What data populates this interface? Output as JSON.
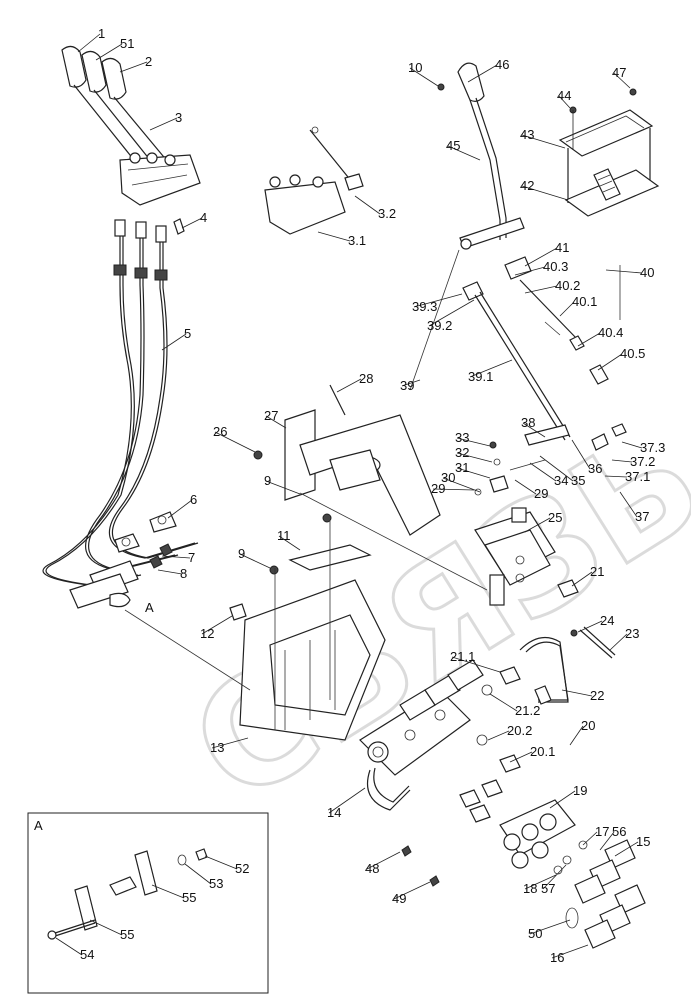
{
  "watermark": "СВЯЗЬ",
  "inset": {
    "title": "A"
  },
  "view_marker": "A",
  "labels": [
    {
      "id": "1",
      "text": "1"
    },
    {
      "id": "51",
      "text": "51"
    },
    {
      "id": "2",
      "text": "2"
    },
    {
      "id": "3",
      "text": "3"
    },
    {
      "id": "4",
      "text": "4"
    },
    {
      "id": "5",
      "text": "5"
    },
    {
      "id": "6",
      "text": "6"
    },
    {
      "id": "7",
      "text": "7"
    },
    {
      "id": "8",
      "text": "8"
    },
    {
      "id": "3.2",
      "text": "3.2"
    },
    {
      "id": "3.1",
      "text": "3.1"
    },
    {
      "id": "10",
      "text": "10"
    },
    {
      "id": "46",
      "text": "46"
    },
    {
      "id": "45",
      "text": "45"
    },
    {
      "id": "47",
      "text": "47"
    },
    {
      "id": "44",
      "text": "44"
    },
    {
      "id": "43",
      "text": "43"
    },
    {
      "id": "42",
      "text": "42"
    },
    {
      "id": "41",
      "text": "41"
    },
    {
      "id": "40.3",
      "text": "40.3"
    },
    {
      "id": "40.2",
      "text": "40.2"
    },
    {
      "id": "40",
      "text": "40"
    },
    {
      "id": "40.1",
      "text": "40.1"
    },
    {
      "id": "40.4",
      "text": "40.4"
    },
    {
      "id": "40.5",
      "text": "40.5"
    },
    {
      "id": "39.3",
      "text": "39.3"
    },
    {
      "id": "39.2",
      "text": "39.2"
    },
    {
      "id": "39",
      "text": "39"
    },
    {
      "id": "39.1",
      "text": "39.1"
    },
    {
      "id": "28",
      "text": "28"
    },
    {
      "id": "27",
      "text": "27"
    },
    {
      "id": "26",
      "text": "26"
    },
    {
      "id": "38",
      "text": "38"
    },
    {
      "id": "33",
      "text": "33"
    },
    {
      "id": "32",
      "text": "32"
    },
    {
      "id": "31",
      "text": "31"
    },
    {
      "id": "30",
      "text": "30"
    },
    {
      "id": "29a",
      "text": "29"
    },
    {
      "id": "29b",
      "text": "29"
    },
    {
      "id": "34",
      "text": "34"
    },
    {
      "id": "35",
      "text": "35"
    },
    {
      "id": "36",
      "text": "36"
    },
    {
      "id": "37.3",
      "text": "37.3"
    },
    {
      "id": "37.2",
      "text": "37.2"
    },
    {
      "id": "37.1",
      "text": "37.1"
    },
    {
      "id": "37",
      "text": "37"
    },
    {
      "id": "9a",
      "text": "9"
    },
    {
      "id": "9b",
      "text": "9"
    },
    {
      "id": "11",
      "text": "11"
    },
    {
      "id": "25",
      "text": "25"
    },
    {
      "id": "21",
      "text": "21"
    },
    {
      "id": "12",
      "text": "12"
    },
    {
      "id": "24",
      "text": "24"
    },
    {
      "id": "23",
      "text": "23"
    },
    {
      "id": "21.1",
      "text": "21.1"
    },
    {
      "id": "22",
      "text": "22"
    },
    {
      "id": "21.2",
      "text": "21.2"
    },
    {
      "id": "13",
      "text": "13"
    },
    {
      "id": "20.2",
      "text": "20.2"
    },
    {
      "id": "20",
      "text": "20"
    },
    {
      "id": "20.1",
      "text": "20.1"
    },
    {
      "id": "14",
      "text": "14"
    },
    {
      "id": "19",
      "text": "19"
    },
    {
      "id": "17",
      "text": "17"
    },
    {
      "id": "56",
      "text": "56"
    },
    {
      "id": "15",
      "text": "15"
    },
    {
      "id": "48",
      "text": "48"
    },
    {
      "id": "18",
      "text": "18"
    },
    {
      "id": "57",
      "text": "57"
    },
    {
      "id": "49",
      "text": "49"
    },
    {
      "id": "50",
      "text": "50"
    },
    {
      "id": "16",
      "text": "16"
    },
    {
      "id": "52",
      "text": "52"
    },
    {
      "id": "53",
      "text": "53"
    },
    {
      "id": "55a",
      "text": "55"
    },
    {
      "id": "55b",
      "text": "55"
    },
    {
      "id": "54",
      "text": "54"
    }
  ]
}
